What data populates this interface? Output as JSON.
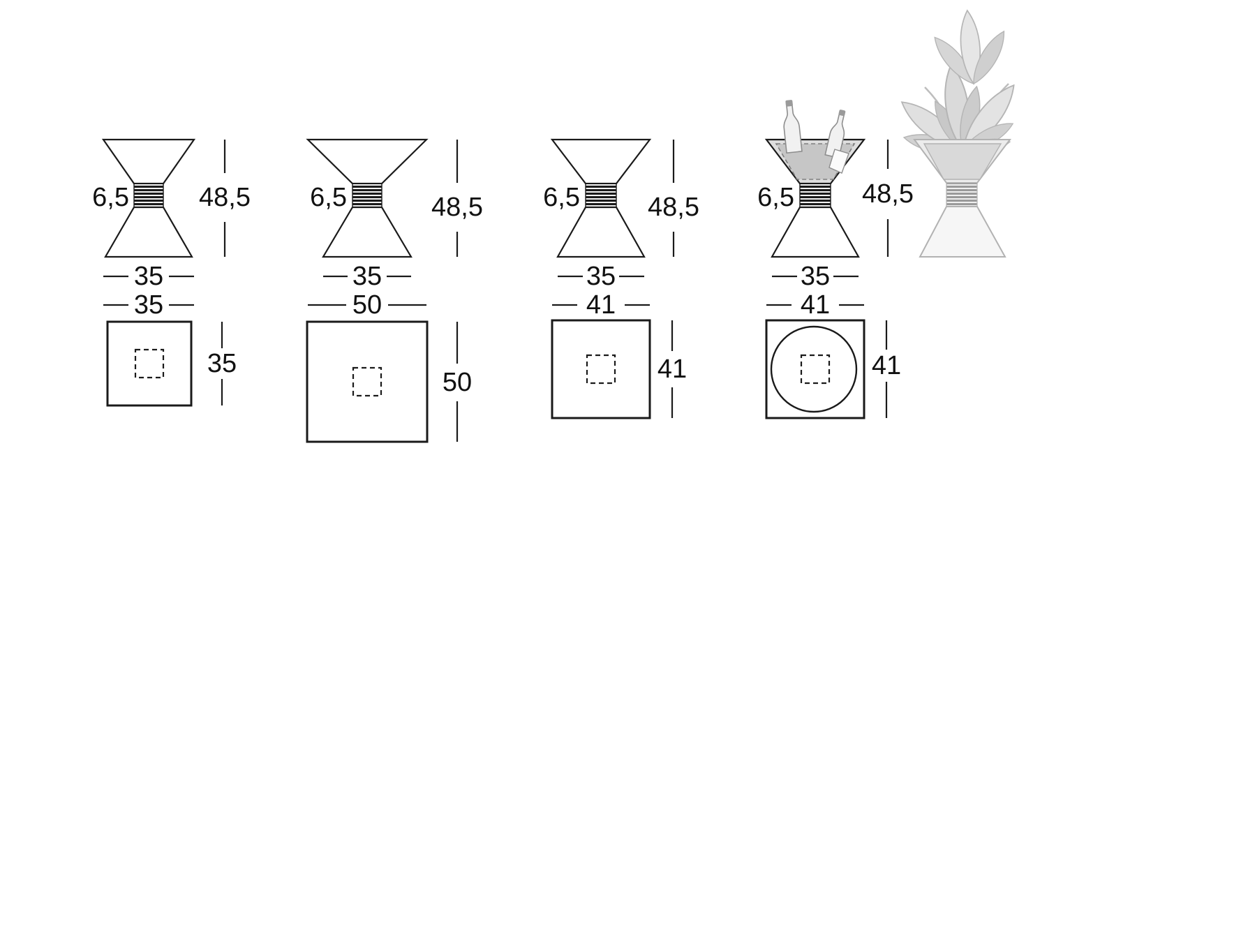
{
  "diagram": {
    "colors": {
      "line": "#1a1a1a",
      "ghost": "#b2b2b2",
      "background": "#ffffff"
    },
    "variants": [
      {
        "name": "side-table-square-top-35",
        "neck_width": "6,5",
        "height": "48,5",
        "base_width": "35",
        "top_width": "35",
        "plan_size": "35",
        "plan_shape": "square"
      },
      {
        "name": "side-table-square-top-50",
        "neck_width": "6,5",
        "height": "48,5",
        "base_width": "35",
        "top_width": "50",
        "plan_size": "50",
        "plan_shape": "square"
      },
      {
        "name": "side-table-square-top-41",
        "neck_width": "6,5",
        "height": "48,5",
        "base_width": "35",
        "top_width": "41",
        "plan_size": "41",
        "plan_shape": "square"
      },
      {
        "name": "side-table-round-top-41",
        "neck_width": "6,5",
        "height": "48,5",
        "base_width": "35",
        "top_width": "41",
        "plan_size": "41",
        "plan_shape": "round-in-square"
      }
    ],
    "illustrations": [
      {
        "name": "champagne-cooler-table"
      },
      {
        "name": "planter-table"
      }
    ]
  }
}
